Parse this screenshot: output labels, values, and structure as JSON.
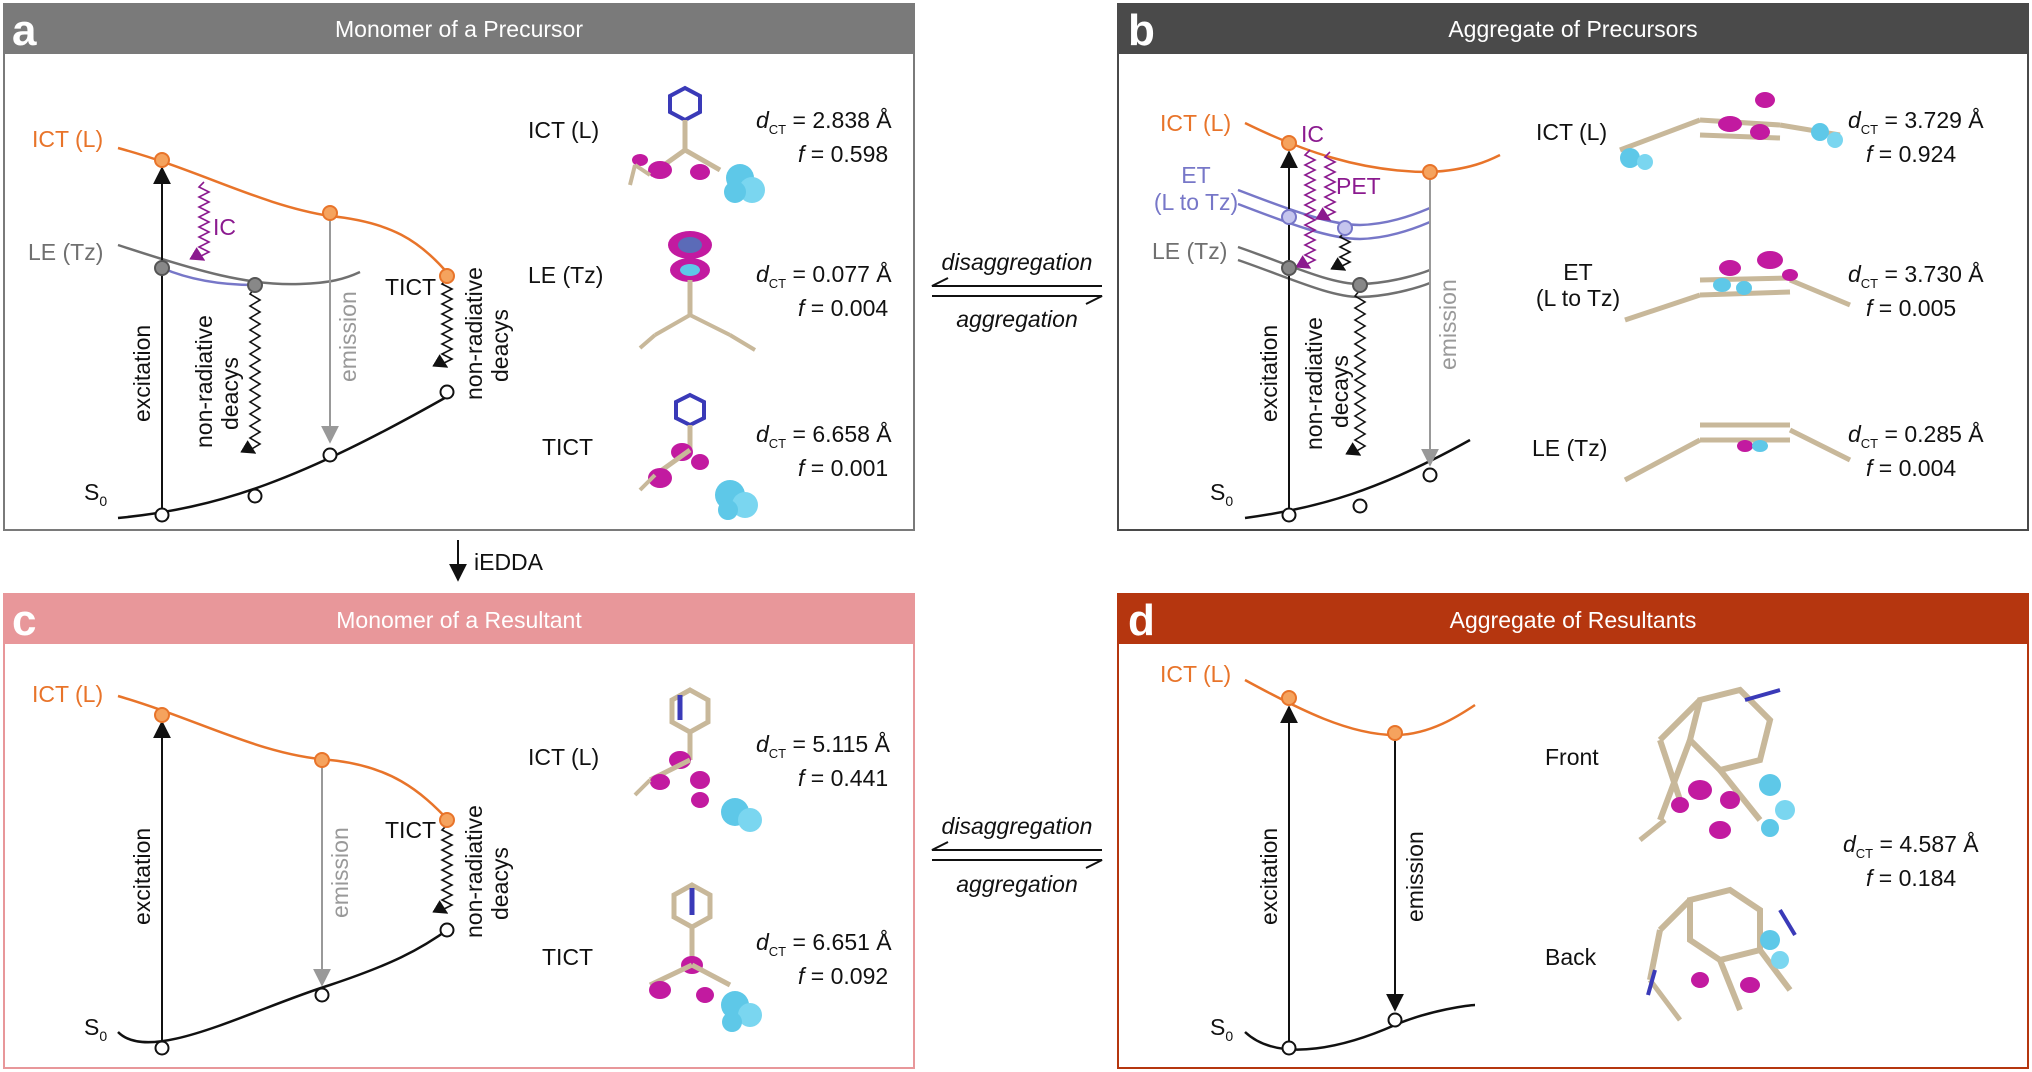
{
  "panels": {
    "a": {
      "letter": "a",
      "title": "Monomer of a Precursor"
    },
    "b": {
      "letter": "b",
      "title": "Aggregate of Precursors"
    },
    "c": {
      "letter": "c",
      "title": "Monomer of a Resultant"
    },
    "d": {
      "letter": "d",
      "title": "Aggregate of Resultants"
    }
  },
  "colors": {
    "header_a": "#7a7a7a",
    "header_b": "#4a4a4a",
    "header_c": "#e8979a",
    "header_d": "#b5360f",
    "ict": "#e8742a",
    "le": "#707070",
    "et": "#7777c8",
    "ic": "#8b1a8f",
    "emission": "#999999"
  },
  "state_labels": {
    "ict": "ICT (L)",
    "le": "LE (Tz)",
    "et_line1": "ET",
    "et_line2": "(L to Tz)",
    "tict": "TICT",
    "s0_base": "S",
    "s0_sub": "0"
  },
  "process_labels": {
    "ic": "IC",
    "pet": "PET",
    "excitation": "excitation",
    "nonrad_deacys_1": "non-radiative",
    "nonrad_deacys_2": "deacys",
    "nonrad_decays_2": "decays",
    "emission": "emission",
    "iedda": "iEDDA",
    "disaggregation": "disaggregation",
    "aggregation": "aggregation"
  },
  "molecules": {
    "a": [
      {
        "label": "ICT (L)",
        "dct": "2.838 Å",
        "f": "0.598"
      },
      {
        "label": "LE (Tz)",
        "dct": "0.077 Å",
        "f": "0.004"
      },
      {
        "label": "TICT",
        "dct": "6.658 Å",
        "f": "0.001"
      }
    ],
    "b": [
      {
        "label": "ICT (L)",
        "dct": "3.729 Å",
        "f": "0.924"
      },
      {
        "label1": "ET",
        "label2": "(L to Tz)",
        "dct": "3.730 Å",
        "f": "0.005"
      },
      {
        "label": "LE (Tz)",
        "dct": "0.285 Å",
        "f": "0.004"
      }
    ],
    "c": [
      {
        "label": "ICT (L)",
        "dct": "5.115 Å",
        "f": "0.441"
      },
      {
        "label": "TICT",
        "dct": "6.651 Å",
        "f": "0.092"
      }
    ],
    "d": {
      "front": "Front",
      "back": "Back",
      "dct": "4.587 Å",
      "f": "0.184"
    }
  },
  "symbols": {
    "d": "d",
    "ct": "CT",
    "f": "f",
    "eq": " = "
  }
}
